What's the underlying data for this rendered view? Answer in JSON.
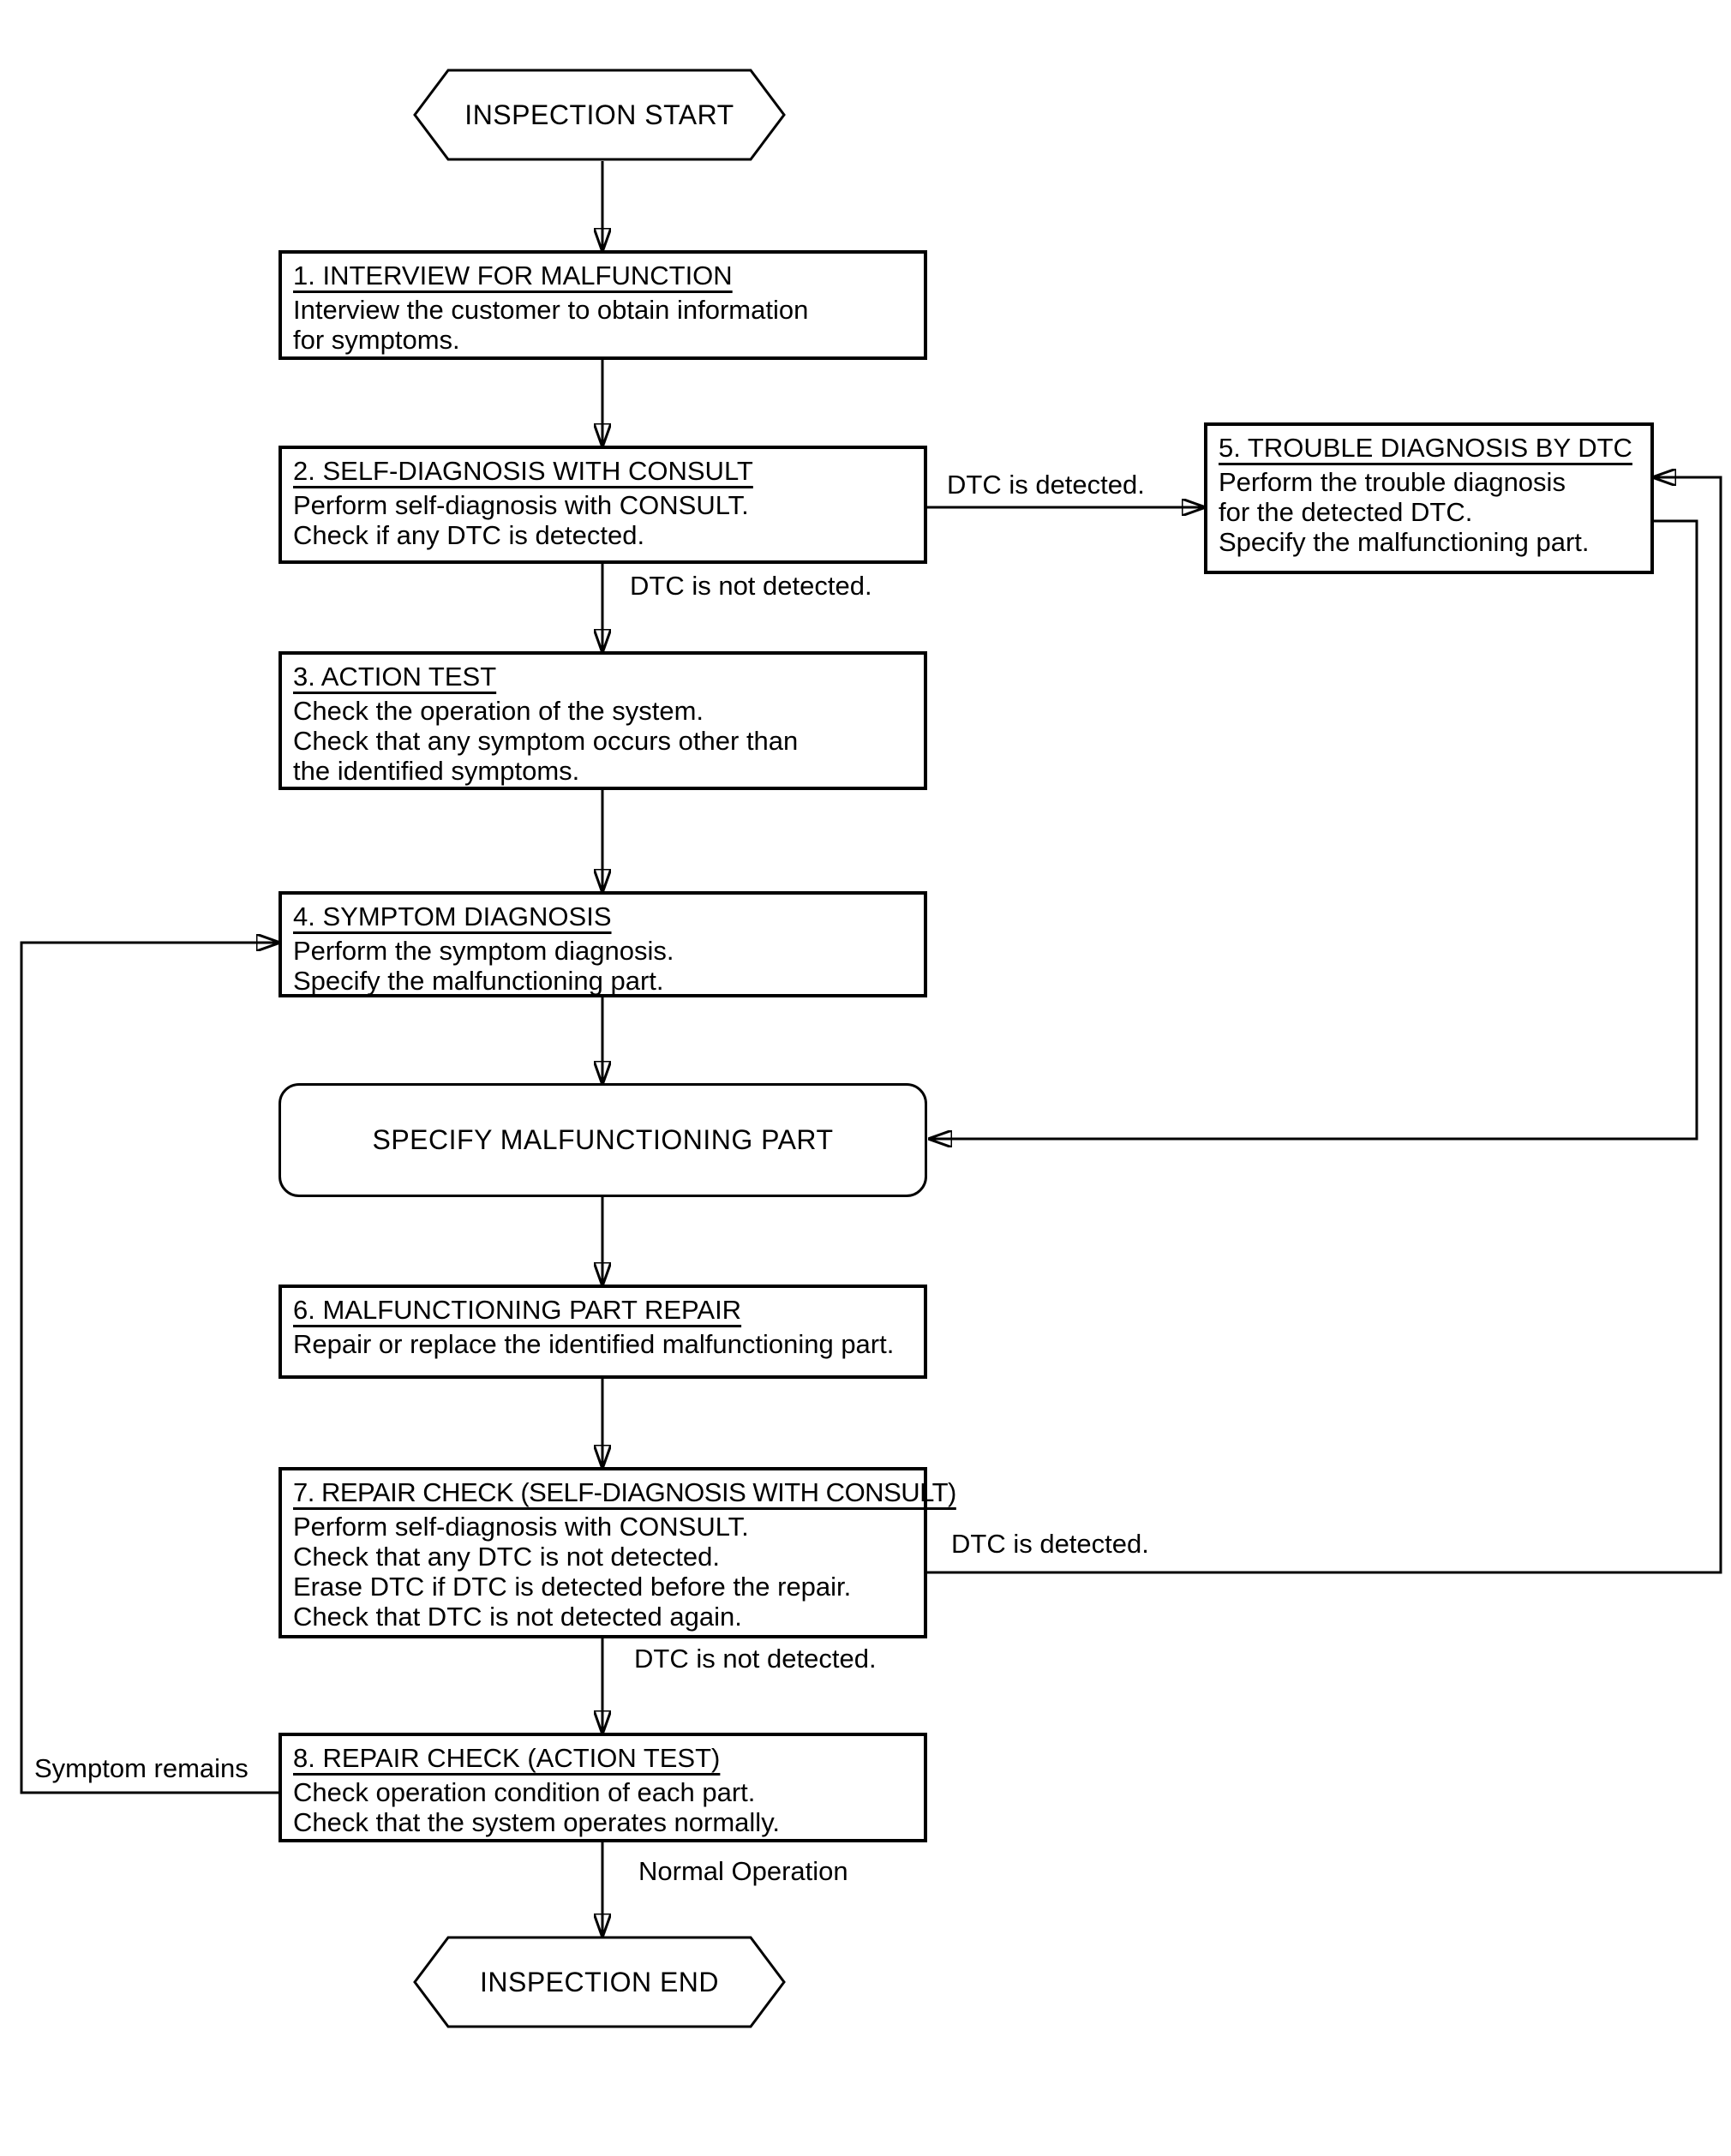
{
  "flowchart": {
    "start": {
      "label": "INSPECTION START"
    },
    "end": {
      "label": "INSPECTION END"
    },
    "specify": {
      "label": "SPECIFY MALFUNCTIONING PART"
    },
    "boxes": [
      {
        "title": "1. INTERVIEW FOR MALFUNCTION",
        "body": "Interview the customer to obtain information\nfor symptoms."
      },
      {
        "title": "2. SELF-DIAGNOSIS WITH CONSULT",
        "body": "Perform self-diagnosis with CONSULT.\nCheck if any DTC is detected."
      },
      {
        "title": "3. ACTION TEST",
        "body": "Check the operation of the system.\nCheck that any symptom occurs other than\nthe identified symptoms."
      },
      {
        "title": "4. SYMPTOM DIAGNOSIS",
        "body": "Perform the symptom diagnosis.\nSpecify the malfunctioning part."
      },
      {
        "title": "5. TROUBLE DIAGNOSIS BY DTC",
        "body": "Perform the trouble diagnosis\nfor the detected DTC.\nSpecify the malfunctioning part."
      },
      {
        "title": "6. MALFUNCTIONING PART REPAIR",
        "body": "Repair or replace the identified malfunctioning part."
      },
      {
        "title": "7. REPAIR CHECK (SELF-DIAGNOSIS WITH CONSULT)",
        "body": "Perform self-diagnosis with CONSULT.\nCheck that any DTC is not detected.\nErase DTC if DTC is detected before the repair.\nCheck that DTC is not detected again."
      },
      {
        "title": "8. REPAIR CHECK (ACTION TEST)",
        "body": "Check operation condition of each part.\nCheck that the system operates normally."
      }
    ],
    "labels": {
      "dtc_detected_top": "DTC is detected.",
      "dtc_not_detected_top": "DTC is not detected.",
      "dtc_detected_bottom": "DTC is detected.",
      "dtc_not_detected_bottom": "DTC is not detected.",
      "symptom_remains": "Symptom remains",
      "normal_operation": "Normal Operation"
    },
    "colors": {
      "line": "#000000",
      "background": "#ffffff",
      "text": "#000000"
    }
  }
}
